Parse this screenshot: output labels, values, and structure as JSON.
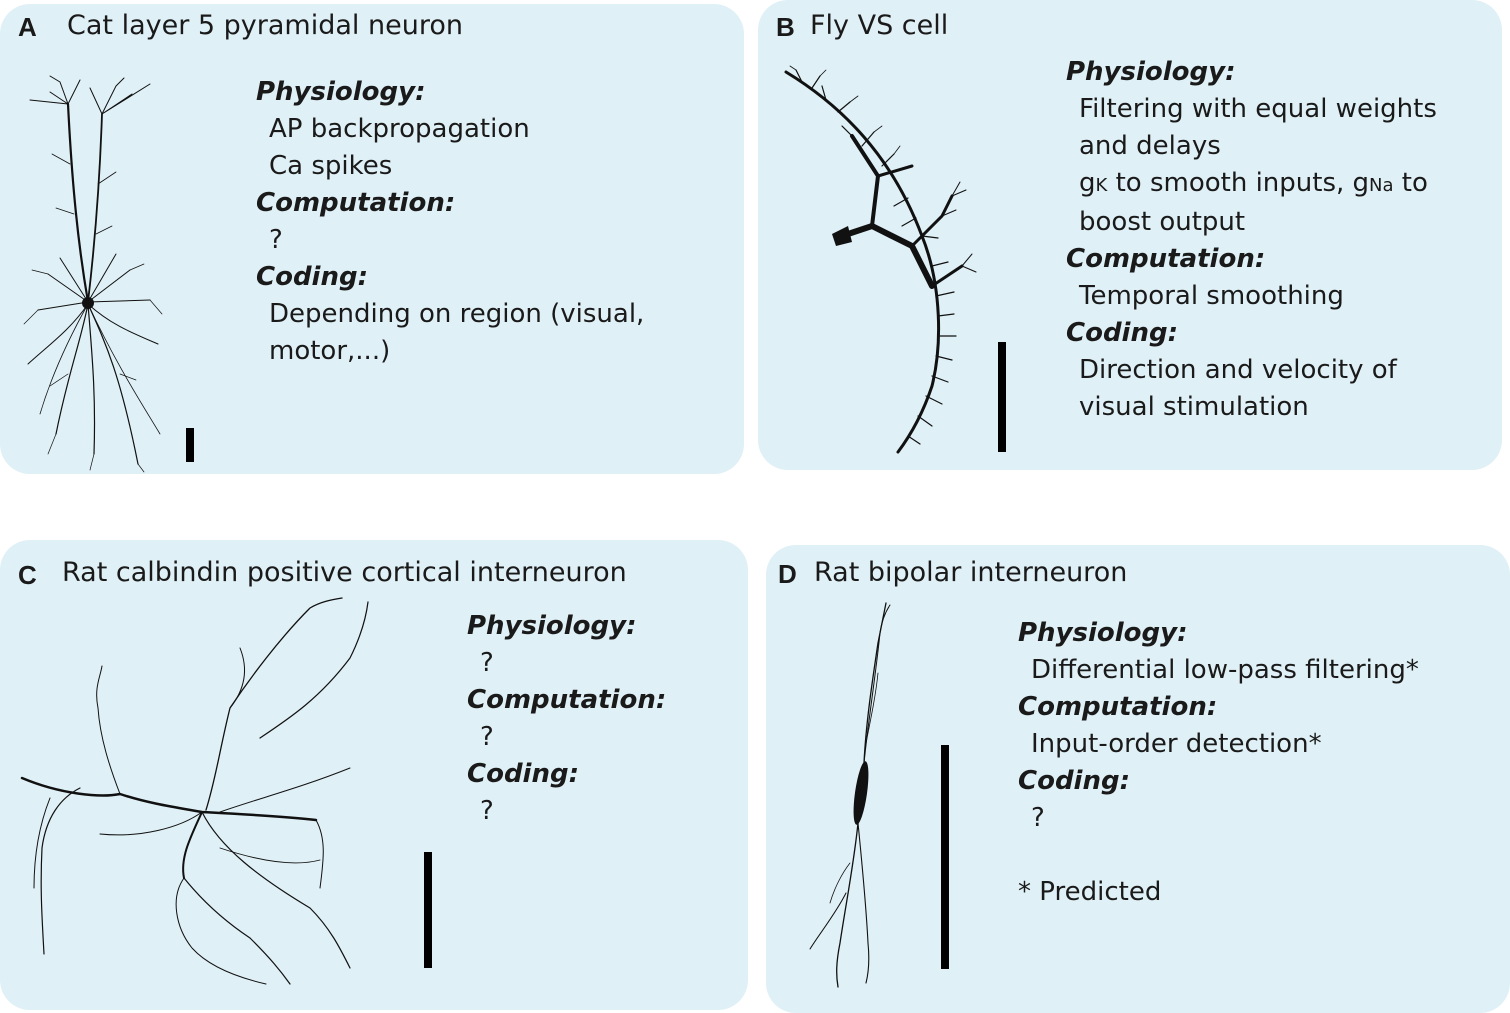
{
  "panels": {
    "a": {
      "letter": "A",
      "title": "Cat layer 5 pyramidal neuron",
      "physiology_label": "Physiology:",
      "physiology": [
        "AP backpropagation",
        "Ca spikes"
      ],
      "computation_label": "Computation:",
      "computation": [
        "?"
      ],
      "coding_label": "Coding:",
      "coding": [
        "Depending on region (visual,",
        "motor,...)"
      ]
    },
    "b": {
      "letter": "B",
      "title": "Fly VS cell",
      "physiology_label": "Physiology:",
      "physiology_1": "Filtering with equal weights",
      "physiology_2": "and delays",
      "physiology_3a": "g",
      "physiology_3b": "K",
      "physiology_3c": " to smooth inputs, g",
      "physiology_3d": "Na",
      "physiology_3e": " to",
      "physiology_4": "boost output",
      "computation_label": "Computation:",
      "computation": [
        "Temporal smoothing"
      ],
      "coding_label": "Coding:",
      "coding": [
        "Direction and velocity of",
        "visual stimulation"
      ]
    },
    "c": {
      "letter": "C",
      "title": "Rat calbindin positive cortical interneuron",
      "physiology_label": "Physiology:",
      "physiology": [
        "?"
      ],
      "computation_label": "Computation:",
      "computation": [
        "?"
      ],
      "coding_label": "Coding:",
      "coding": [
        "?"
      ]
    },
    "d": {
      "letter": "D",
      "title": "Rat bipolar interneuron",
      "physiology_label": "Physiology:",
      "physiology": [
        "Differential low-pass filtering*"
      ],
      "computation_label": "Computation:",
      "computation": [
        "Input-order detection*"
      ],
      "coding_label": "Coding:",
      "coding": [
        "?"
      ],
      "footnote": "* Predicted"
    }
  },
  "colors": {
    "panel_background": "#dff0f6",
    "ink": "#1a1a1a"
  }
}
